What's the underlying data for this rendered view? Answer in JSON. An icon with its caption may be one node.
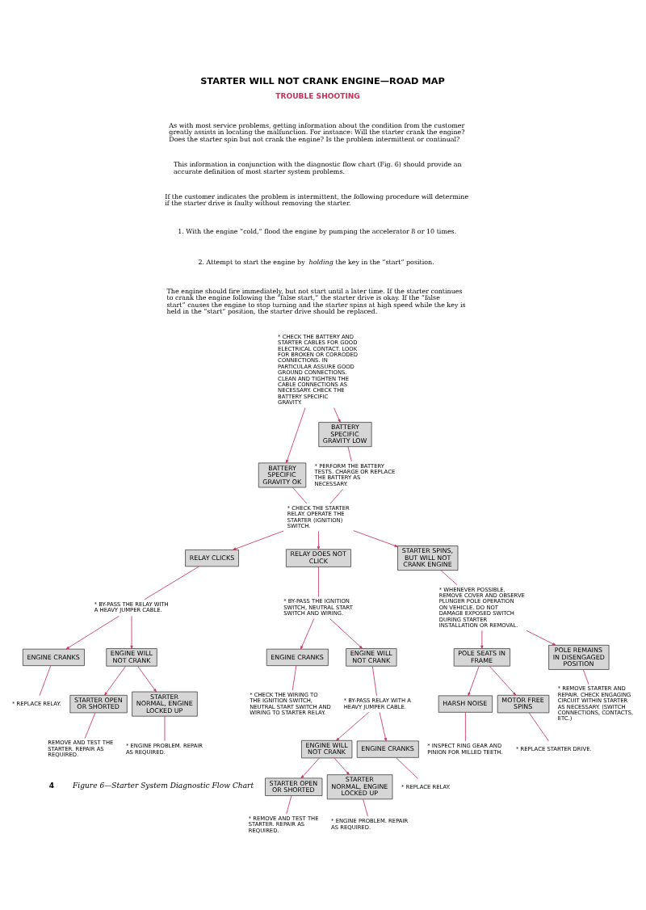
{
  "diagram": {
    "title": "STARTER WILL NOT CRANK ENGINE—ROAD MAP",
    "caption": "Figure 6—Starter System Diagnostic Flow Chart",
    "nodes": [
      {
        "text": [
          "* CHECK THE BATTERY AND STARTER CABLES FOR GOOD ELECTRICAL CONTACT. LOOK FOR BROKEN OR CORRODED CONNECTIONS. IN PARTICULAR ASSURE GOOD GROUND CONNECTIONS. CLEAN AND TIGHTEN THE CABLE CONNECTIONS AS NECESSARY. CHECK THE BATTERY SPECIFIC GRAVITY."
        ]
      },
      {
        "text": [
          "BATTERY SPECIFIC GRAVITY OK"
        ]
      },
      {
        "text": [
          "BATTERY SPECIFIC GRAVITY LOW"
        ]
      },
      {
        "text": [
          "* PERFORM THE BATTERY TESTS. CHARGE OR REPLACE THE BATTERY AS NECESSARY."
        ]
      },
      {
        "text": [
          "* CHECK THE STARTER RELAY. OPERATE THE STARTER (IGNITION) SWITCH."
        ]
      },
      {
        "text": [
          "RELAY CLICKS"
        ]
      },
      {
        "text": [
          "RELAY DOES NOT CLICK"
        ]
      },
      {
        "text": [
          "STARTER SPINS, BUT WILL NOT CRANK ENGINE"
        ]
      },
      {
        "text": [
          "* BY-PASS THE RELAY WITH A HEAVY JUMPER CABLE."
        ]
      },
      {
        "text": [
          "* BY-PASS THE IGNITION SWITCH, NEUTRAL START SWITCH AND WIRING."
        ]
      },
      {
        "text": [
          "* WHENEVER POSSIBLE, REMOVE COVER AND OBSERVE PLUNGER POLE OPERATION ON VEHICLE. DO NOT DAMAGE EXPOSED SWITCH DURING STARTER INSTALLATION OR REMOVAL."
        ]
      },
      {
        "text": [
          "POLE SEATS IN FRAME"
        ]
      },
      {
        "text": [
          "POLE REMAINS IN DISENGAGED POSITION"
        ]
      },
      {
        "text": [
          "HARSH NOISE"
        ]
      },
      {
        "text": [
          "MOTOR FREE SPINS"
        ]
      },
      {
        "text": [
          "* REMOVE STARTER AND REPAIR. CHECK ENGAGING CIRCUIT WITHIN STARTER AS NECESSARY. (SWITCH CONNECTIONS, CONTACTS, ETC.)"
        ]
      },
      {
        "text": [
          "* INSPECT RING GEAR AND PINION FOR MILLED TEETH."
        ]
      },
      {
        "text": [
          "* REPLACE STARTER DRIVE."
        ]
      },
      {
        "text": [
          "ENGINE CRANKS"
        ]
      },
      {
        "text": [
          "ENGINE WILL NOT CRANK"
        ]
      },
      {
        "text": [
          "ENGINE CRANKS"
        ]
      },
      {
        "text": [
          "ENGINE WILL NOT CRANK"
        ]
      },
      {
        "text": [
          "* REPLACE RELAY."
        ]
      },
      {
        "text": [
          "STARTER OPEN OR SHORTED"
        ]
      },
      {
        "text": [
          "STARTER NORMAL, ENGINE LOCKED UP"
        ]
      },
      {
        "text": [
          "* CHECK THE WIRING TO THE IGNITION SWITCH, NEUTRAL START SWITCH AND WIRING TO STARTER RELAY."
        ]
      },
      {
        "text": [
          "* BY-PASS RELAY WITH A HEAVY JUMPER CABLE."
        ]
      },
      {
        "text": [
          "ENGINE WILL NOT CRANK"
        ]
      },
      {
        "text": [
          "ENGINE CRANKS"
        ]
      },
      {
        "text": [
          "REMOVE AND TEST THE STARTER. REPAIR AS REQUIRED."
        ]
      },
      {
        "text": [
          "* ENGINE PROBLEM. REPAIR AS REQUIRED."
        ]
      },
      {
        "text": [
          "* REPLACE RELAY."
        ]
      },
      {
        "text": [
          "STARTER OPEN OR SHORTED"
        ]
      },
      {
        "text": [
          "STARTER NORMAL, ENGINE LOCKED UP"
        ]
      },
      {
        "text": [
          "* REMOVE AND TEST THE STARTER. REPAIR AS REQUIRED."
        ]
      },
      {
        "text": [
          "* ENGINE PROBLEM. REPAIR AS REQUIRED."
        ]
      }
    ],
    "edges": [
      {
        "from": 0,
        "to": 1,
        "arrow": "to"
      },
      {
        "from": 0,
        "to": 2,
        "arrow": "to"
      },
      {
        "from": 2,
        "to": 3,
        "arrow": "none"
      },
      {
        "from": 1,
        "to": 4,
        "arrow": "none"
      },
      {
        "from": 3,
        "to": 4,
        "arrow": "none"
      },
      {
        "from": 4,
        "to": 5,
        "arrow": "to"
      },
      {
        "from": 4,
        "to": 6,
        "arrow": "to"
      },
      {
        "from": 4,
        "to": 7,
        "arrow": "to"
      },
      {
        "from": 5,
        "to": 8,
        "arrow": "none"
      },
      {
        "from": 6,
        "to": 9,
        "arrow": "none"
      },
      {
        "from": 7,
        "to": 10,
        "arrow": "none"
      },
      {
        "from": 10,
        "to": 11,
        "arrow": "to"
      },
      {
        "from": 10,
        "to": 12,
        "arrow": "to"
      },
      {
        "from": 11,
        "to": 13,
        "arrow": "to"
      },
      {
        "from": 11,
        "to": 14,
        "arrow": "to"
      },
      {
        "from": 12,
        "to": 15,
        "arrow": "none"
      },
      {
        "from": 13,
        "to": 16,
        "arrow": "none"
      },
      {
        "from": 14,
        "to": 17,
        "arrow": "none"
      },
      {
        "from": 8,
        "to": 18,
        "arrow": "to"
      },
      {
        "from": 8,
        "to": 19,
        "arrow": "to"
      },
      {
        "from": 9,
        "to": 20,
        "arrow": "to"
      },
      {
        "from": 9,
        "to": 21,
        "arrow": "to"
      },
      {
        "from": 18,
        "to": 22,
        "arrow": "none"
      },
      {
        "from": 19,
        "to": 23,
        "arrow": "to"
      },
      {
        "from": 19,
        "to": 24,
        "arrow": "to"
      },
      {
        "from": 20,
        "to": 25,
        "arrow": "none"
      },
      {
        "from": 21,
        "to": 26,
        "arrow": "none"
      },
      {
        "from": 26,
        "to": 27,
        "arrow": "to"
      },
      {
        "from": 26,
        "to": 28,
        "arrow": "to"
      },
      {
        "from": 23,
        "to": 29,
        "arrow": "none"
      },
      {
        "from": 24,
        "to": 30,
        "arrow": "none"
      },
      {
        "from": 28,
        "to": 31,
        "arrow": "none"
      },
      {
        "from": 27,
        "to": 32,
        "arrow": "to"
      },
      {
        "from": 27,
        "to": 33,
        "arrow": "to"
      },
      {
        "from": 32,
        "to": 34,
        "arrow": "none"
      },
      {
        "from": 33,
        "to": 35,
        "arrow": "none"
      }
    ],
    "labels": [
      "TROUBLE SHOOTING",
      "As with most service problems, getting information about the condition from the customer greatly assists in locating the malfunction. For instance: Will the starter crank the engine? Does the starter spin but not crank the engine? Is the problem intermittent or continual?",
      "This information in conjunction with the diagnostic flow chart (Fig. 6) should provide an accurate definition of most starter system problems.",
      "If the customer indicates the problem is intermittent, the following procedure will determine if the starter drive is faulty without removing the starter.",
      "1. With the engine “cold,” flood the engine by pumping the accelerator 8 or 10 times.",
      "2. Attempt to start the engine by *holding* the key in the “start” position.",
      "The engine should fire immediately, but not start until a later time. If the starter continues to crank the engine following the “false start,” the starter drive is okay. If the “false start” causes the engine to stop turning and the starter spins at high speed while the key is held in the “start” position, the starter drive should be replaced.",
      "4"
    ]
  }
}
